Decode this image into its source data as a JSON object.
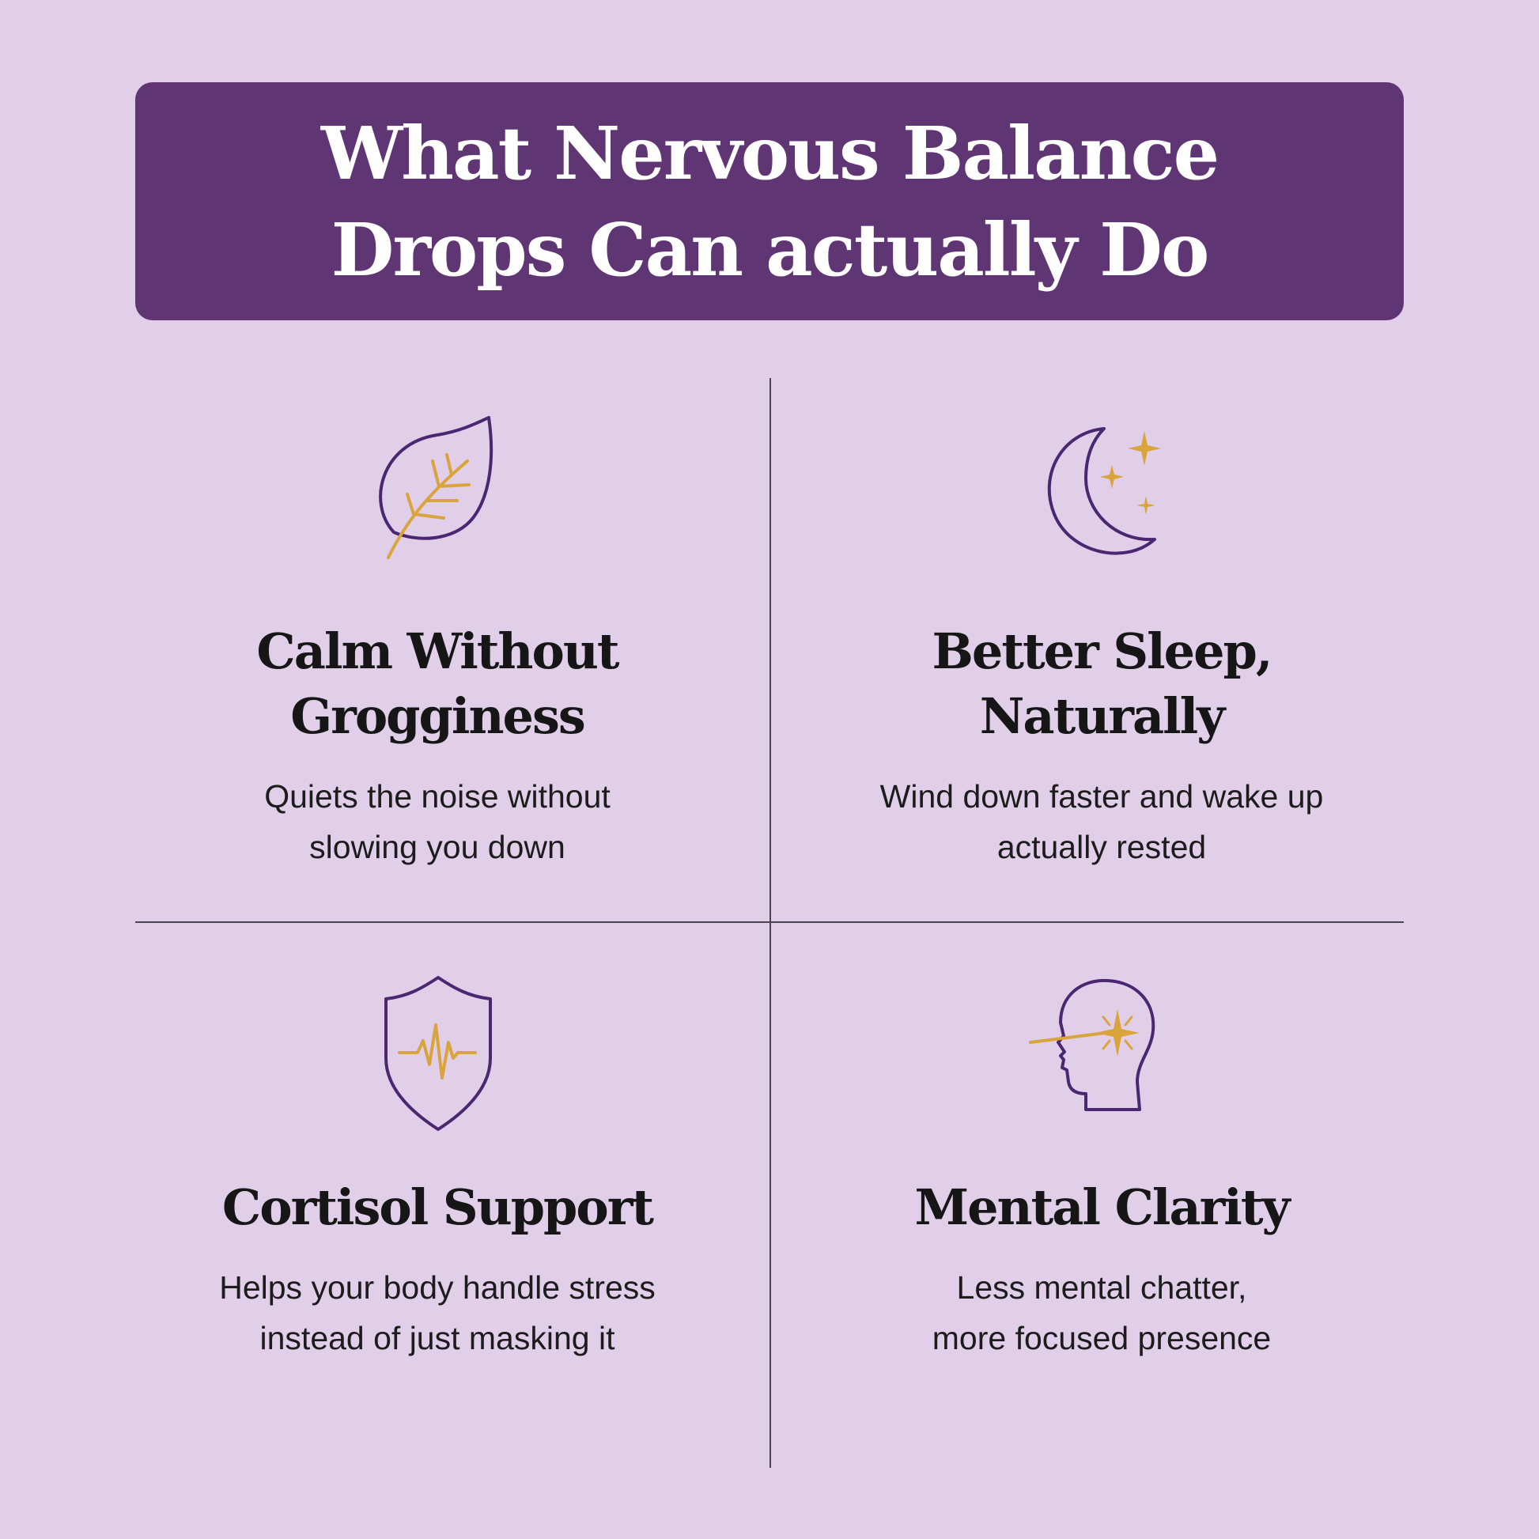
{
  "header": {
    "line1": "What Nervous Balance",
    "line2": "Drops Can actually Do"
  },
  "colors": {
    "background": "#e1cfea",
    "banner": "#603573",
    "icon_outline": "#4a2770",
    "icon_accent": "#d9a43b",
    "divider": "#4a4450"
  },
  "benefits": [
    {
      "icon": "leaf-icon",
      "title_line1": "Calm Without",
      "title_line2": "Grogginess",
      "desc_line1": "Quiets the noise without",
      "desc_line2": "slowing you down"
    },
    {
      "icon": "moon-stars-icon",
      "title_line1": "Better Sleep,",
      "title_line2": "Naturally",
      "desc_line1": "Wind down faster and wake up",
      "desc_line2": "actually rested"
    },
    {
      "icon": "shield-heartbeat-icon",
      "title_line1": "Cortisol Support",
      "desc_line1": "Helps your body handle stress",
      "desc_line2": "instead of just masking it"
    },
    {
      "icon": "head-spark-icon",
      "title_line1": "Mental Clarity",
      "desc_line1": "Less mental chatter,",
      "desc_line2": "more focused presence"
    }
  ]
}
